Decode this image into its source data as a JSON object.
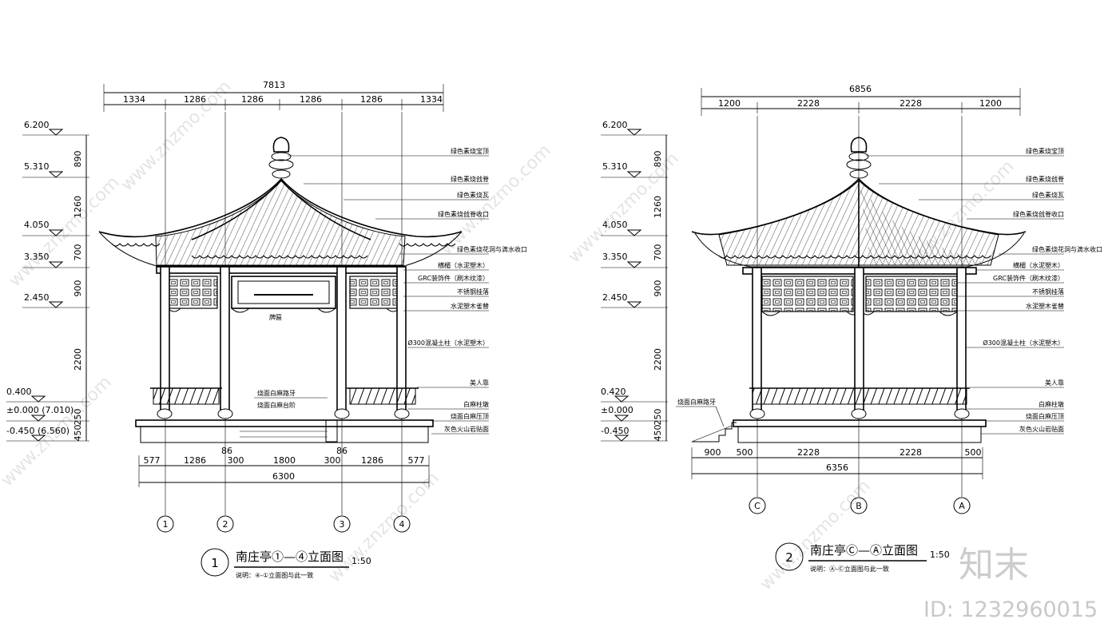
{
  "watermark": {
    "site": "www.znzmo.com",
    "logo": "知末",
    "id": "ID: 1232960015"
  },
  "elev1": {
    "title": "南庄亭①—④立面图",
    "scale": "1:50",
    "number": "1",
    "note": "说明：④-①立面图与此一致",
    "top_total": "7813",
    "top_dims": [
      "1334",
      "1286",
      "1286",
      "1286",
      "1286",
      "1334"
    ],
    "bottom_total": "6300",
    "bottom_dims": [
      "577",
      "1286",
      "300",
      "1800",
      "300",
      "1286",
      "577"
    ],
    "small_86a": "86",
    "small_86b": "86",
    "levels": [
      "6.200",
      "5.310",
      "4.050",
      "3.350",
      "2.450",
      "0.400",
      "±0.000 (7.010)",
      "-0.450 (6.560)"
    ],
    "vert_dims": [
      "890",
      "1260",
      "700",
      "900",
      "2200",
      "250",
      "450"
    ],
    "axes": [
      "1",
      "2",
      "3",
      "4"
    ],
    "labels": [
      "绿色素烧宝顶",
      "绿色素烧戗脊",
      "绿色素烧瓦",
      "绿色素烧戗脊收口",
      "绿色素烧花洞与滴水收口",
      "横楣（水泥塑木）",
      "GRC装饰件（刷木纹漆）",
      "不锈钢挂落",
      "水泥塑木雀替",
      "Ø300混凝土柱（水泥塑木）",
      "美人靠",
      "白麻柱墩",
      "烧面白麻压顶",
      "灰色火山岩贴面"
    ],
    "inner_labels": [
      "牌匾",
      "烧面白麻路牙",
      "烧面白麻台阶"
    ]
  },
  "elev2": {
    "title": "南庄亭Ⓒ—Ⓐ立面图",
    "scale": "1:50",
    "number": "2",
    "note": "说明：Ⓐ-Ⓒ立面图与此一致",
    "top_total": "6856",
    "top_dims": [
      "1200",
      "2228",
      "2228",
      "1200"
    ],
    "bottom_total": "6356",
    "bottom_dims": [
      "900",
      "500",
      "2228",
      "2228",
      "500"
    ],
    "levels": [
      "6.200",
      "5.310",
      "4.050",
      "3.350",
      "2.450",
      "0.420",
      "±0.000",
      "-0.450"
    ],
    "vert_dims": [
      "890",
      "1260",
      "700",
      "900",
      "2200",
      "250",
      "450"
    ],
    "axes": [
      "C",
      "B",
      "A"
    ],
    "labels": [
      "绿色素烧宝顶",
      "绿色素烧戗脊",
      "绿色素烧瓦",
      "绿色素烧戗脊收口",
      "绿色素烧花洞与滴水收口",
      "横楣（水泥塑木）",
      "GRC装饰件（刷木纹漆）",
      "不锈钢挂落",
      "水泥塑木雀替",
      "Ø300混凝土柱（水泥塑木）",
      "美人靠",
      "白麻柱墩",
      "烧面白麻压顶",
      "灰色火山岩贴面"
    ],
    "inner_labels": [
      "烧面白麻路牙"
    ]
  }
}
